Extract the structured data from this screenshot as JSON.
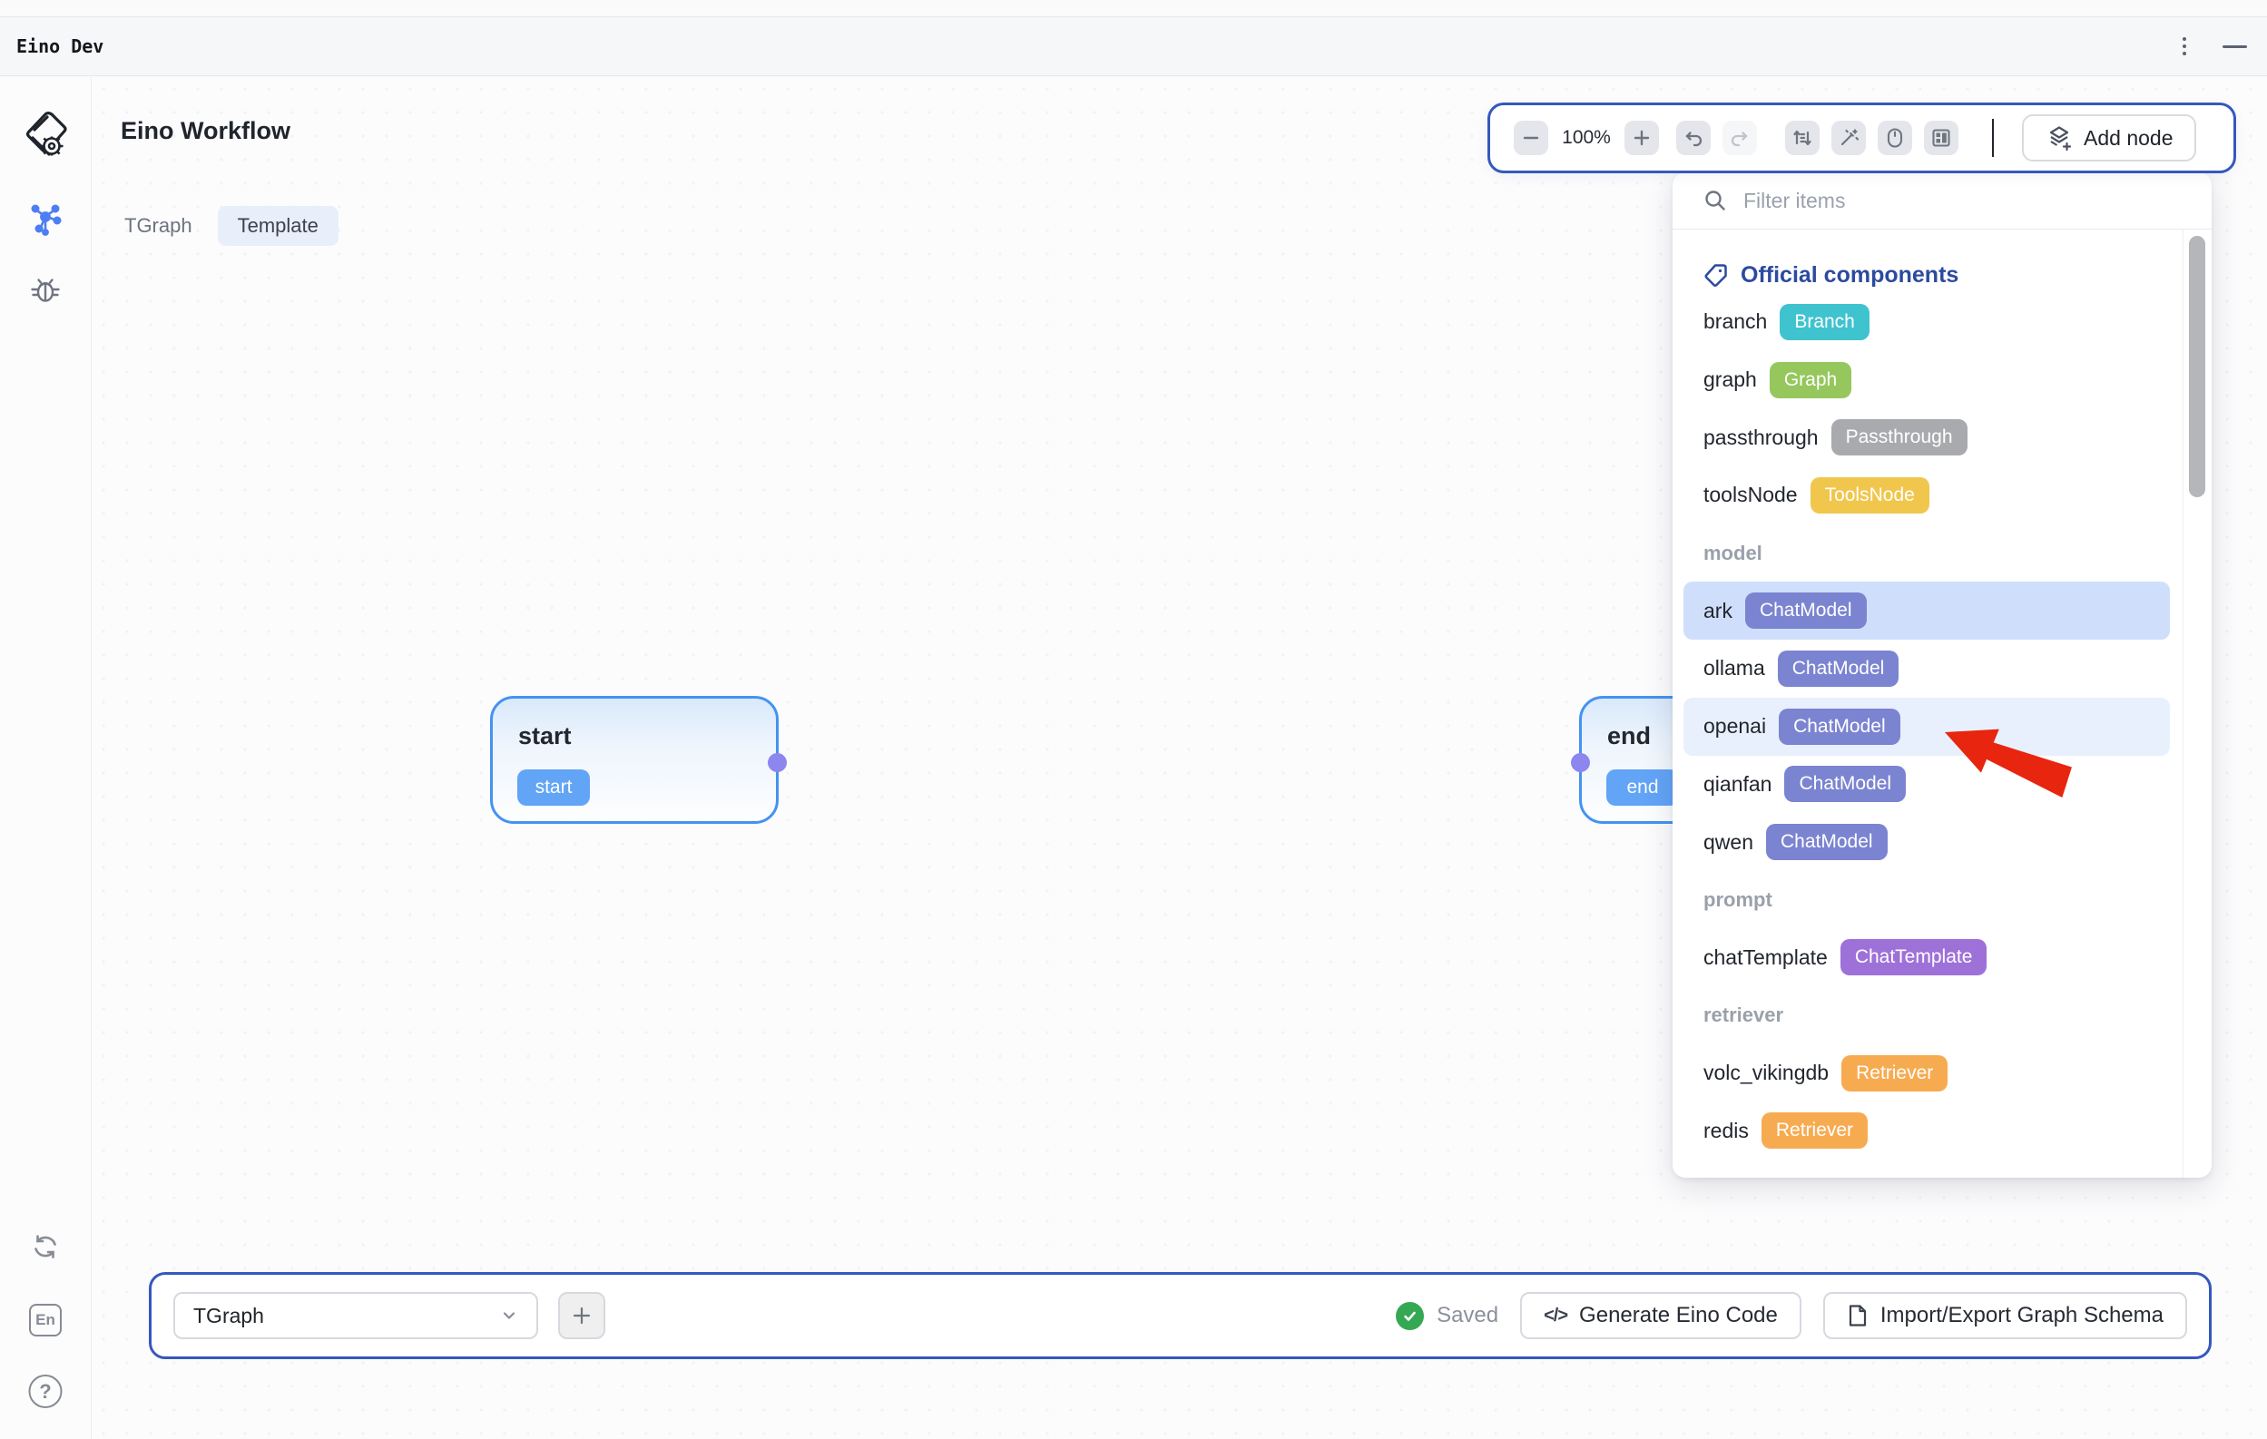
{
  "titlebar": {
    "app_title": "Eino Dev"
  },
  "header": {
    "title": "Eino Workflow",
    "tabs": [
      {
        "label": "TGraph"
      },
      {
        "label": "Template"
      }
    ]
  },
  "sidebar": {
    "lang_label": "En",
    "help_label": "?"
  },
  "toolbar": {
    "zoom_level": "100%",
    "add_node_label": "Add node"
  },
  "canvas": {
    "nodes": [
      {
        "title": "start",
        "badge": "start"
      },
      {
        "title": "end",
        "badge": "end"
      }
    ]
  },
  "panel": {
    "search_placeholder": "Filter items",
    "section_title": "Official components",
    "rows": [
      {
        "type": "item",
        "name": "branch",
        "badge": "Branch",
        "color": "#3fc3ce"
      },
      {
        "type": "item",
        "name": "graph",
        "badge": "Graph",
        "color": "#95c75d"
      },
      {
        "type": "item",
        "name": "passthrough",
        "badge": "Passthrough",
        "color": "#a9aaae"
      },
      {
        "type": "item",
        "name": "toolsNode",
        "badge": "ToolsNode",
        "color": "#f1c64d"
      },
      {
        "type": "label",
        "text": "model"
      },
      {
        "type": "item",
        "name": "ark",
        "badge": "ChatModel",
        "color": "#7b84d0",
        "highlight": "strong"
      },
      {
        "type": "item",
        "name": "ollama",
        "badge": "ChatModel",
        "color": "#7b84d0"
      },
      {
        "type": "item",
        "name": "openai",
        "badge": "ChatModel",
        "color": "#7b84d0",
        "highlight": "soft"
      },
      {
        "type": "item",
        "name": "qianfan",
        "badge": "ChatModel",
        "color": "#7b84d0"
      },
      {
        "type": "item",
        "name": "qwen",
        "badge": "ChatModel",
        "color": "#7b84d0"
      },
      {
        "type": "label",
        "text": "prompt"
      },
      {
        "type": "item",
        "name": "chatTemplate",
        "badge": "ChatTemplate",
        "color": "#9e71d9"
      },
      {
        "type": "label",
        "text": "retriever"
      },
      {
        "type": "item",
        "name": "volc_vikingdb",
        "badge": "Retriever",
        "color": "#f7ab51"
      },
      {
        "type": "item",
        "name": "redis",
        "badge": "Retriever",
        "color": "#f7ab51"
      }
    ]
  },
  "bottombar": {
    "graph_select_value": "TGraph",
    "status": "Saved",
    "generate_label": "Generate Eino Code",
    "import_label": "Import/Export Graph Schema",
    "code_glyph": "</>"
  },
  "colors": {
    "accent": "#3558bd",
    "node_border": "#4593f0",
    "node_badge": "#62a4f6",
    "port": "#8d86ef",
    "header_blue": "#2c4b9e",
    "row_strong": "#cfdffb",
    "row_soft": "#e9f0fd",
    "pill_bg": "#e9eefb",
    "arrow_red": "#e8250f",
    "green": "#35a853"
  }
}
